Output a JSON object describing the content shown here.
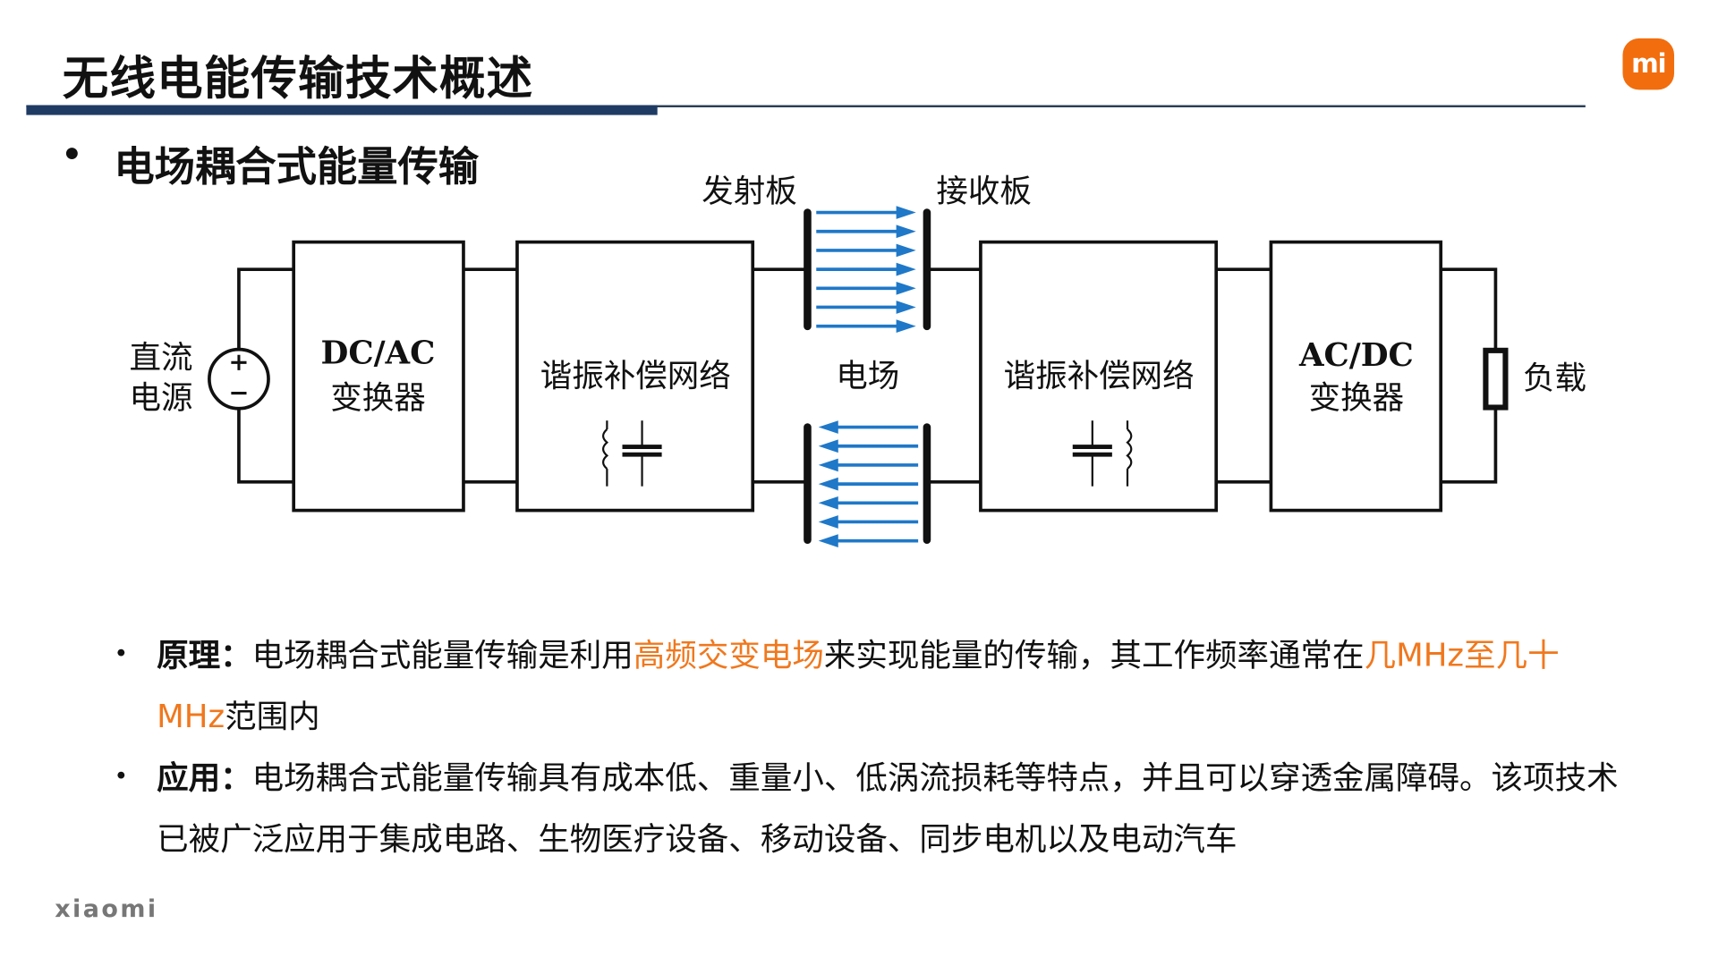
{
  "header": {
    "title": "无线电能传输技术概述",
    "logo": "mi"
  },
  "section": {
    "bullet": "•",
    "title": "电场耦合式能量传输"
  },
  "diagram": {
    "source_label_1": "直流",
    "source_label_2": "电源",
    "dcac_1": "DC/AC",
    "dcac_2": "变换器",
    "resonant_tx": "谐振补偿网络",
    "transmit_plate": "发射板",
    "receive_plate": "接收板",
    "field": "电场",
    "resonant_rx": "谐振补偿网络",
    "acdc_1": "AC/DC",
    "acdc_2": "变换器",
    "load": "负载",
    "arrow_color": "#1f78c8"
  },
  "bullets": [
    {
      "dot": "•",
      "label": "原理：",
      "parts": [
        "电场耦合式能量传输是利用",
        "高频交变电场",
        "来实现能量的传输，其工作频率通常在",
        "几MHz至几十MHz",
        "范围内"
      ]
    },
    {
      "dot": "•",
      "label": "应用：",
      "text": "电场耦合式能量传输具有成本低、重量小、低涡流损耗等特点，并且可以穿透金属障碍。该项技术已被广泛应用于集成电路、生物医疗设备、移动设备、同步电机以及电动汽车"
    }
  ],
  "footer": {
    "wordmark": "xiaomi"
  },
  "colors": {
    "accent": "#f0781e",
    "bar": "#1f3b64",
    "logo": "#f26d0d"
  }
}
